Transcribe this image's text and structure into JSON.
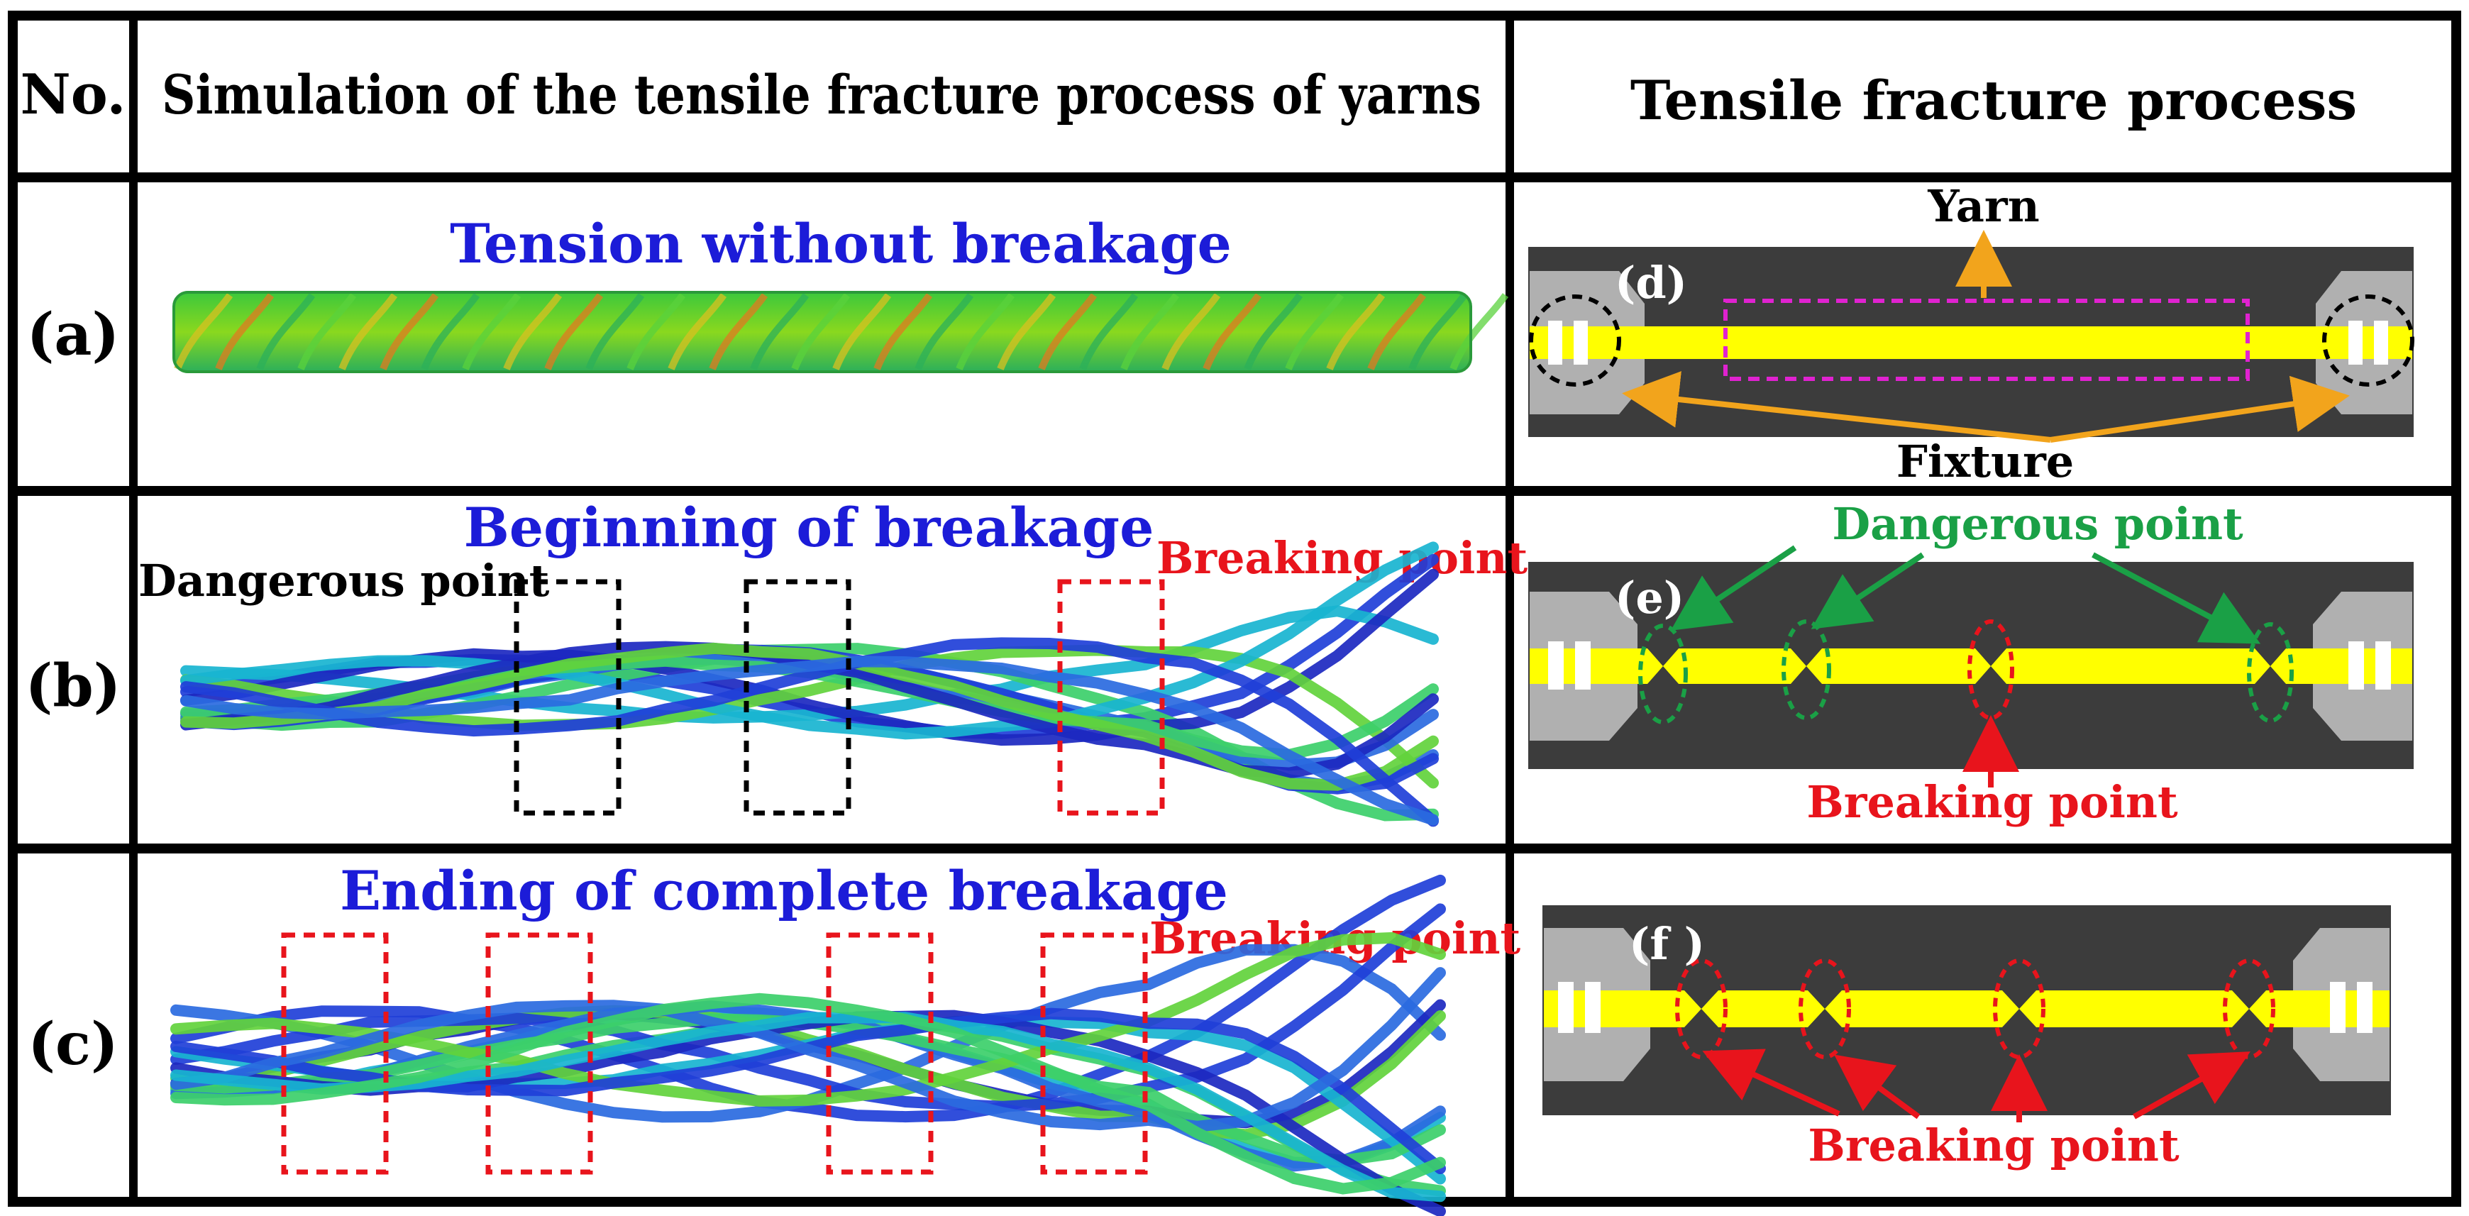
{
  "header": {
    "no": "No.",
    "simulation": "Simulation of the tensile fracture process of yarns",
    "process": "Tensile fracture process"
  },
  "rows": [
    {
      "label": "(a)",
      "title": "Tension without breakage"
    },
    {
      "label": "(b)",
      "title": "Beginning of breakage",
      "dangerous": "Dangerous point",
      "breaking": "Breaking point"
    },
    {
      "label": "(c)",
      "title": "Ending of complete breakage",
      "breaking": "Breaking point"
    }
  ],
  "schematics": {
    "d": {
      "tag": "(d)",
      "yarn": "Yarn",
      "fixture": "Fixture"
    },
    "e": {
      "tag": "(e)",
      "dangerous": "Dangerous point",
      "breaking": "Breaking point"
    },
    "f": {
      "tag": "(f )",
      "breaking": "Breaking point"
    }
  },
  "colors": {
    "yarn": "#ffff00",
    "fixture": "#b0b0b0",
    "background_dark": "#3c3c3c",
    "title_blue": "#1c1cd8",
    "breaking_red": "#e8141c",
    "dangerous_green": "#1aa046",
    "arrow_orange": "#f2a41c"
  }
}
